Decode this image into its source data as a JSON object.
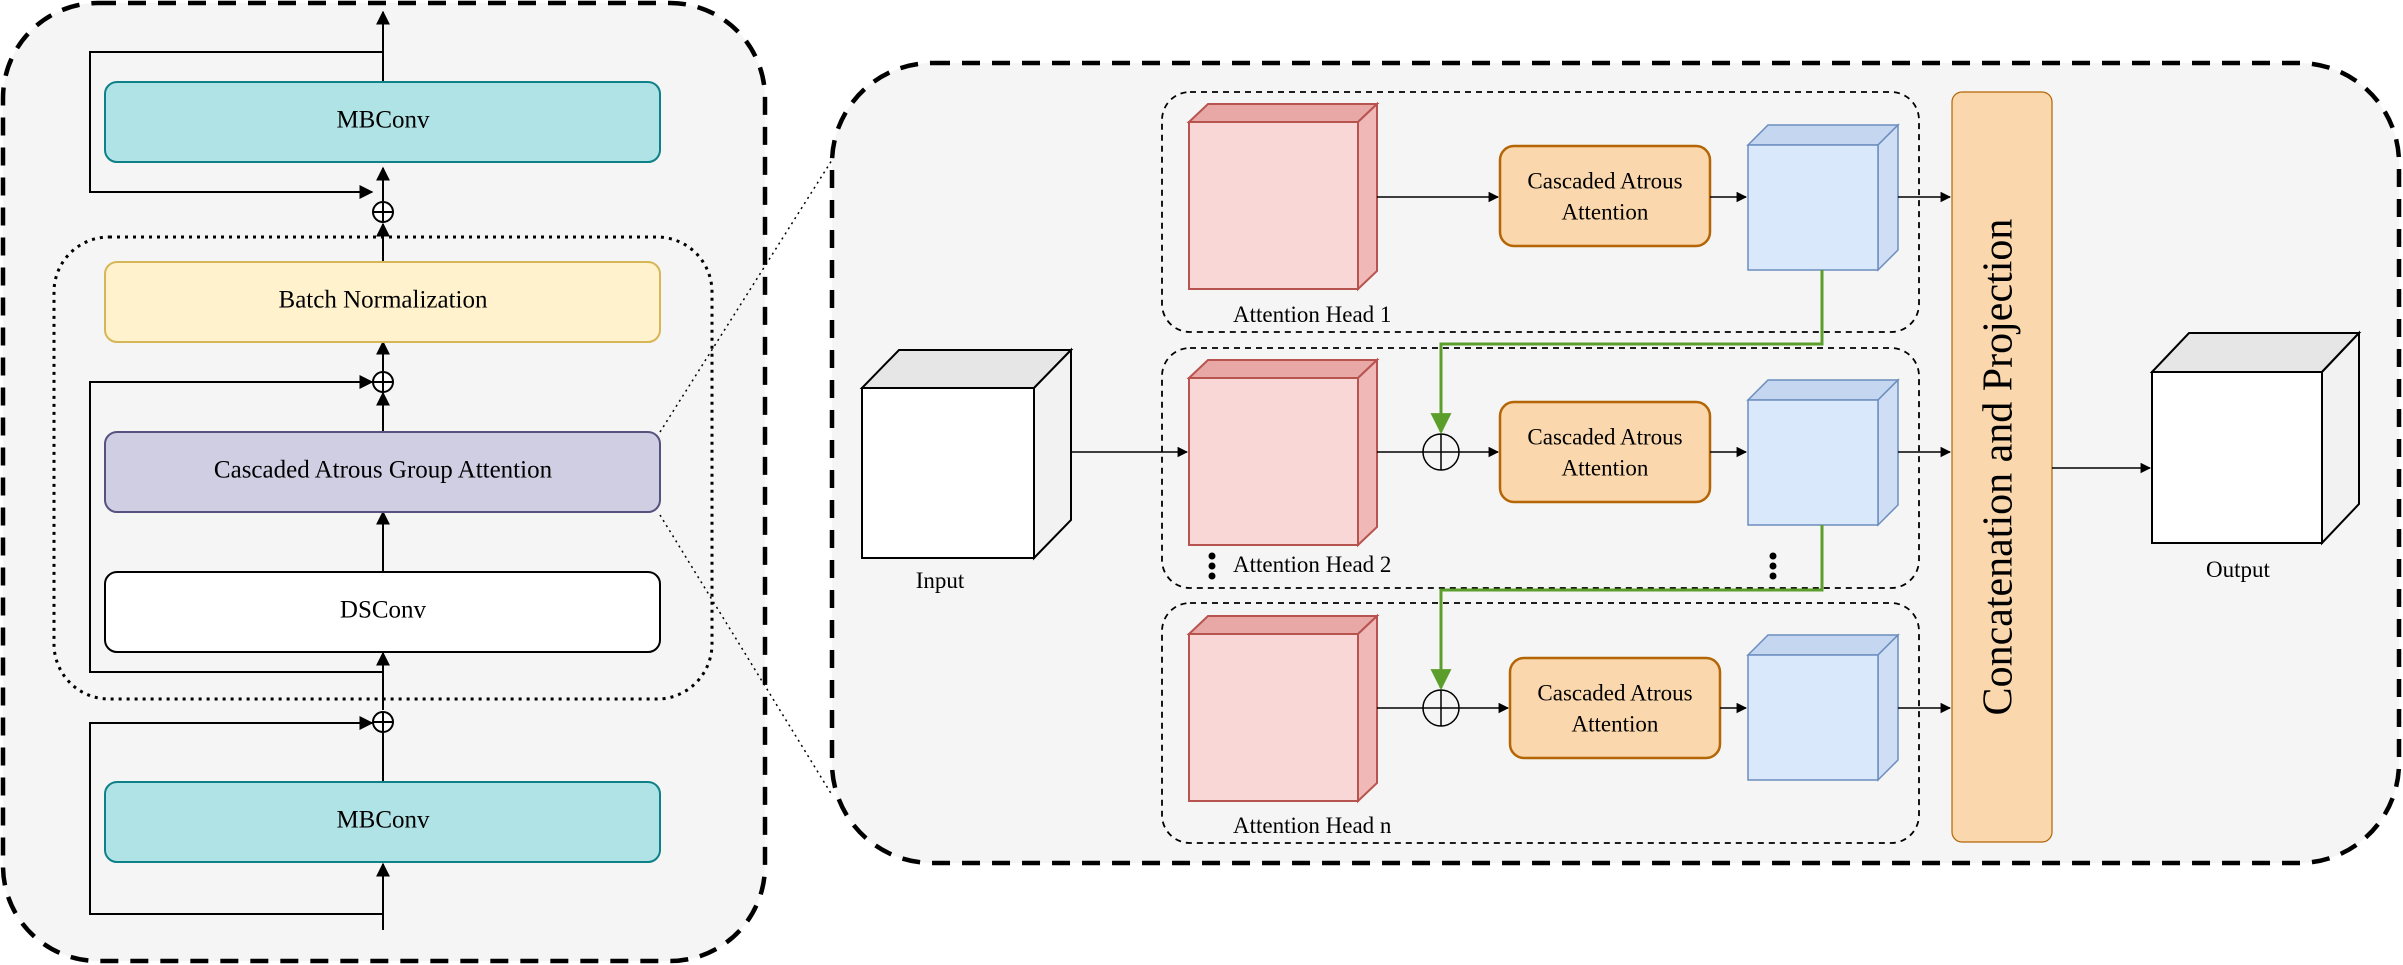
{
  "left_block": {
    "mbconv_top": "MBConv",
    "batch_norm": "Batch Normalization",
    "cascaded_attention": "Cascaded Atrous Group Attention",
    "dsconv": "DSConv",
    "mbconv_bottom": "MBConv"
  },
  "right_block": {
    "input_label": "Input",
    "output_label": "Output",
    "projection_label": "Concatenation and Projection",
    "heads": [
      {
        "label": "Attention Head 1",
        "attention_line1": "Cascaded Atrous",
        "attention_line2": "Attention"
      },
      {
        "label": "Attention Head 2",
        "attention_line1": "Cascaded Atrous",
        "attention_line2": "Attention"
      },
      {
        "label": "Attention Head n",
        "attention_line1": "Cascaded Atrous",
        "attention_line2": "Attention"
      }
    ]
  },
  "colors": {
    "panel_bg": "#f5f5f5",
    "mbconv_fill": "#b0e3e6",
    "mbconv_stroke": "#0e8088",
    "batchnorm_fill": "#fff2cc",
    "batchnorm_stroke": "#d6b656",
    "cascaded_fill": "#d0cee2",
    "cascaded_stroke": "#56517e",
    "attention_fill": "#fad7ac",
    "attention_stroke": "#b46504",
    "head_cube_fill": "#f8d7d6",
    "head_cube_stroke": "#b85450",
    "out_cube_fill": "#dae8fc",
    "out_cube_stroke": "#6c8ebf",
    "residual_link": "#5c9e2b"
  }
}
